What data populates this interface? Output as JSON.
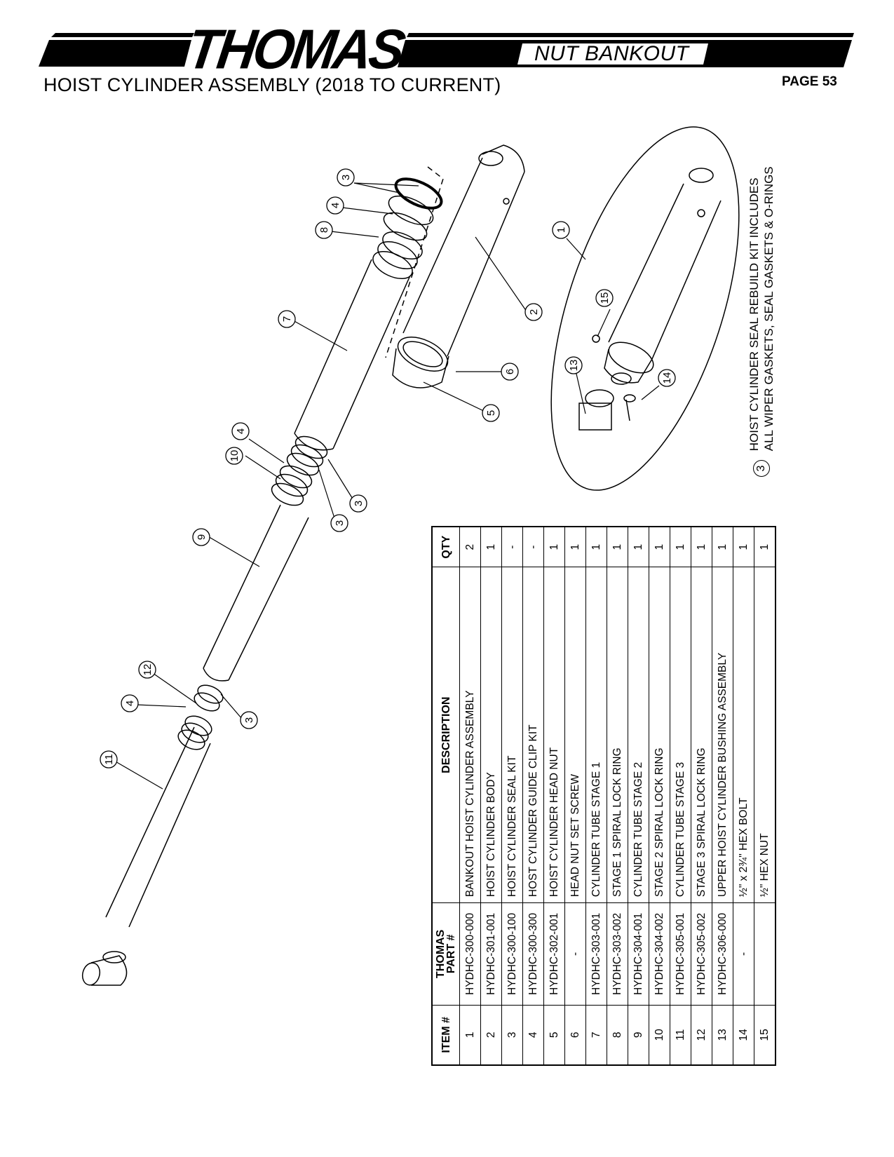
{
  "header": {
    "brand": "THOMAS",
    "subtitle": "NUT BANKOUT",
    "title": "HOIST CYLINDER ASSEMBLY (2018 TO CURRENT)",
    "page": "PAGE 53"
  },
  "note": {
    "ref": "3",
    "line1": "HOIST CYLINDER SEAL REBUILD KIT INCLUDES",
    "line2": "ALL WIPER GASKETS, SEAL GASKETS & O-RINGS"
  },
  "table": {
    "headers": {
      "item": "ITEM #",
      "part_line1": "THOMAS",
      "part_line2": "PART #",
      "description": "DESCRIPTION",
      "qty": "QTY"
    },
    "rows": [
      {
        "item": "1",
        "part": "HYDHC-300-000",
        "desc": "BANKOUT HOIST CYLINDER ASSEMBLY",
        "qty": "2"
      },
      {
        "item": "2",
        "part": "HYDHC-301-001",
        "desc": "HOIST CYLINDER BODY",
        "qty": "1"
      },
      {
        "item": "3",
        "part": "HYDHC-300-100",
        "desc": "HOIST CYLINDER SEAL KIT",
        "qty": "-"
      },
      {
        "item": "4",
        "part": "HYDHC-300-300",
        "desc": "HOST CYLINDER GUIDE CLIP KIT",
        "qty": "-"
      },
      {
        "item": "5",
        "part": "HYDHC-302-001",
        "desc": "HOIST CYLINDER HEAD NUT",
        "qty": "1"
      },
      {
        "item": "6",
        "part": "-",
        "desc": "HEAD NUT SET SCREW",
        "qty": "1"
      },
      {
        "item": "7",
        "part": "HYDHC-303-001",
        "desc": "CYLINDER TUBE STAGE 1",
        "qty": "1"
      },
      {
        "item": "8",
        "part": "HYDHC-303-002",
        "desc": "STAGE 1 SPIRAL LOCK RING",
        "qty": "1"
      },
      {
        "item": "9",
        "part": "HYDHC-304-001",
        "desc": "CYLINDER TUBE STAGE 2",
        "qty": "1"
      },
      {
        "item": "10",
        "part": "HYDHC-304-002",
        "desc": "STAGE 2 SPIRAL LOCK RING",
        "qty": "1"
      },
      {
        "item": "11",
        "part": "HYDHC-305-001",
        "desc": "CYLINDER TUBE STAGE 3",
        "qty": "1"
      },
      {
        "item": "12",
        "part": "HYDHC-305-002",
        "desc": "STAGE 3 SPIRAL LOCK RING",
        "qty": "1"
      },
      {
        "item": "13",
        "part": "HYDHC-306-000",
        "desc": "UPPER HOIST CYLINDER BUSHING ASSEMBLY",
        "qty": "1"
      },
      {
        "item": "14",
        "part": "-",
        "desc": "½\" x 2¾\" HEX BOLT",
        "qty": "1"
      },
      {
        "item": "15",
        "part": "",
        "desc": "½\" HEX NUT",
        "qty": "1"
      }
    ]
  },
  "callouts": [
    "1",
    "2",
    "3",
    "3",
    "3",
    "3",
    "4",
    "4",
    "4",
    "5",
    "6",
    "7",
    "8",
    "9",
    "10",
    "11",
    "12",
    "13",
    "14",
    "15"
  ]
}
